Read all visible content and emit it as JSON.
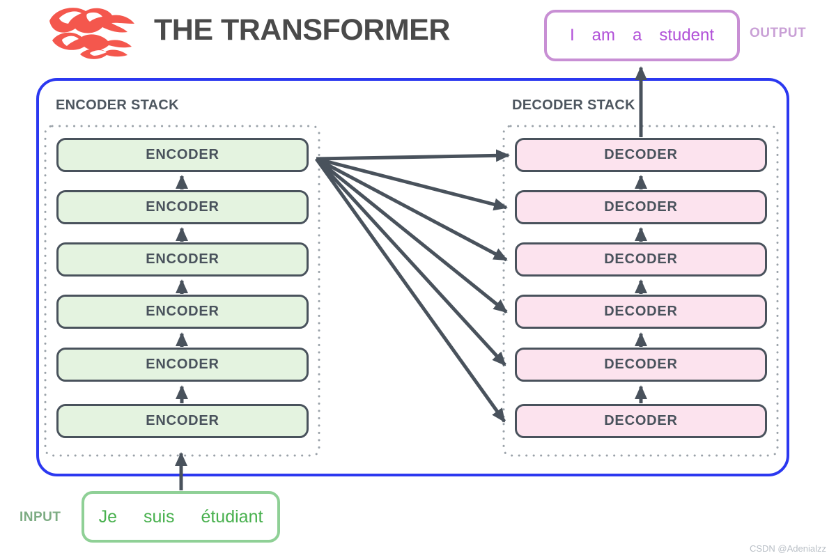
{
  "header": {
    "title": "THE TRANSFORMER"
  },
  "output": {
    "label": "OUTPUT",
    "words": [
      "I",
      "am",
      "a",
      "student"
    ]
  },
  "input": {
    "label": "INPUT",
    "words": [
      "Je",
      "suis",
      "étudiant"
    ]
  },
  "stacks": {
    "encoder": {
      "label": "ENCODER STACK",
      "items": [
        "ENCODER",
        "ENCODER",
        "ENCODER",
        "ENCODER",
        "ENCODER",
        "ENCODER"
      ]
    },
    "decoder": {
      "label": "DECODER STACK",
      "items": [
        "DECODER",
        "DECODER",
        "DECODER",
        "DECODER",
        "DECODER",
        "DECODER"
      ]
    }
  },
  "watermark": "CSDN @Adenialzz",
  "icons": {
    "logo": "flame-icon"
  },
  "colors": {
    "frame_blue": "#2b38f0",
    "unit_border": "#49525c",
    "encoder_fill": "#e4f3e0",
    "decoder_fill": "#fce3ee",
    "arrow": "#49525c",
    "output_border": "#c88fd4",
    "output_text": "#b150d8",
    "output_label": "#c9a0d6",
    "input_border": "#8fd096",
    "input_text": "#47b04d",
    "input_label": "#7dac83",
    "dotted_gray": "#9aa2a9",
    "flame_red": "#f4574d",
    "title_gray": "#4a4a4a"
  }
}
